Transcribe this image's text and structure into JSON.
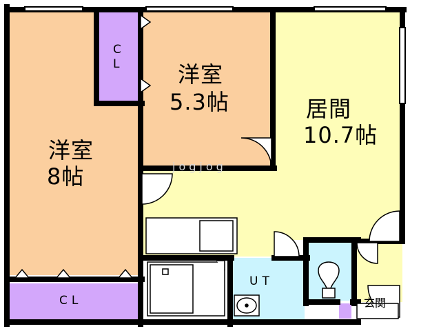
{
  "colors": {
    "western_room": "#fbcf9f",
    "living": "#fefdb8",
    "closet": "#d3a7fb",
    "unit_bath": "#cbf4fe",
    "wall": "#000000",
    "fixture_line": "#000000"
  },
  "rooms": {
    "room_8": {
      "name": "洋室",
      "size": "8帖"
    },
    "room_53": {
      "name": "洋室",
      "size": "5.3帖"
    },
    "living": {
      "name": "居間",
      "size": "10.7帖"
    },
    "closet_top": {
      "name": "CL"
    },
    "closet_bottom": {
      "name": "CL"
    },
    "unit_bath": {
      "name": "UT"
    },
    "entrance": {
      "name": "玄関"
    }
  },
  "watermark": "jogjog"
}
